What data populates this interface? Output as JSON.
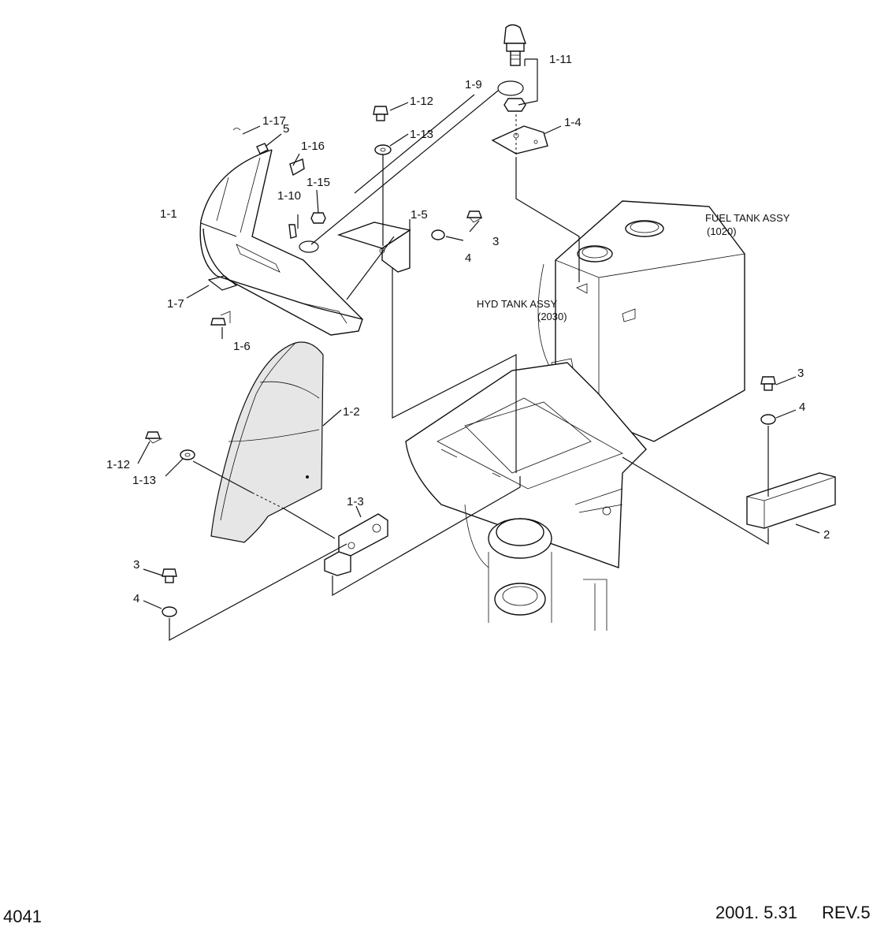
{
  "parts": [
    {
      "id": "1-1",
      "label": "1-1"
    },
    {
      "id": "1-2",
      "label": "1-2"
    },
    {
      "id": "1-3",
      "label": "1-3"
    },
    {
      "id": "1-4",
      "label": "1-4"
    },
    {
      "id": "1-5",
      "label": "1-5"
    },
    {
      "id": "1-6",
      "label": "1-6"
    },
    {
      "id": "1-7",
      "label": "1-7"
    },
    {
      "id": "1-9",
      "label": "1-9"
    },
    {
      "id": "1-10",
      "label": "1-10"
    },
    {
      "id": "1-11",
      "label": "1-11"
    },
    {
      "id": "1-12a",
      "label": "1-12"
    },
    {
      "id": "1-12b",
      "label": "1-12"
    },
    {
      "id": "1-13a",
      "label": "1-13"
    },
    {
      "id": "1-13b",
      "label": "1-13"
    },
    {
      "id": "1-15",
      "label": "1-15"
    },
    {
      "id": "1-16",
      "label": "1-16"
    },
    {
      "id": "1-17",
      "label": "1-17"
    },
    {
      "id": "2",
      "label": "2"
    },
    {
      "id": "3a",
      "label": "3"
    },
    {
      "id": "3b",
      "label": "3"
    },
    {
      "id": "3c",
      "label": "3"
    },
    {
      "id": "4a",
      "label": "4"
    },
    {
      "id": "4b",
      "label": "4"
    },
    {
      "id": "4c",
      "label": "4"
    },
    {
      "id": "5",
      "label": "5"
    }
  ],
  "assemblies": {
    "fuel_tank": {
      "name": "FUEL TANK ASSY",
      "ref": "(1020)"
    },
    "hyd_tank": {
      "name": "HYD TANK ASSY",
      "ref": "(2030)"
    }
  },
  "footer": {
    "page_number": "4041",
    "date": "2001. 5.31",
    "revision": "REV.5"
  }
}
